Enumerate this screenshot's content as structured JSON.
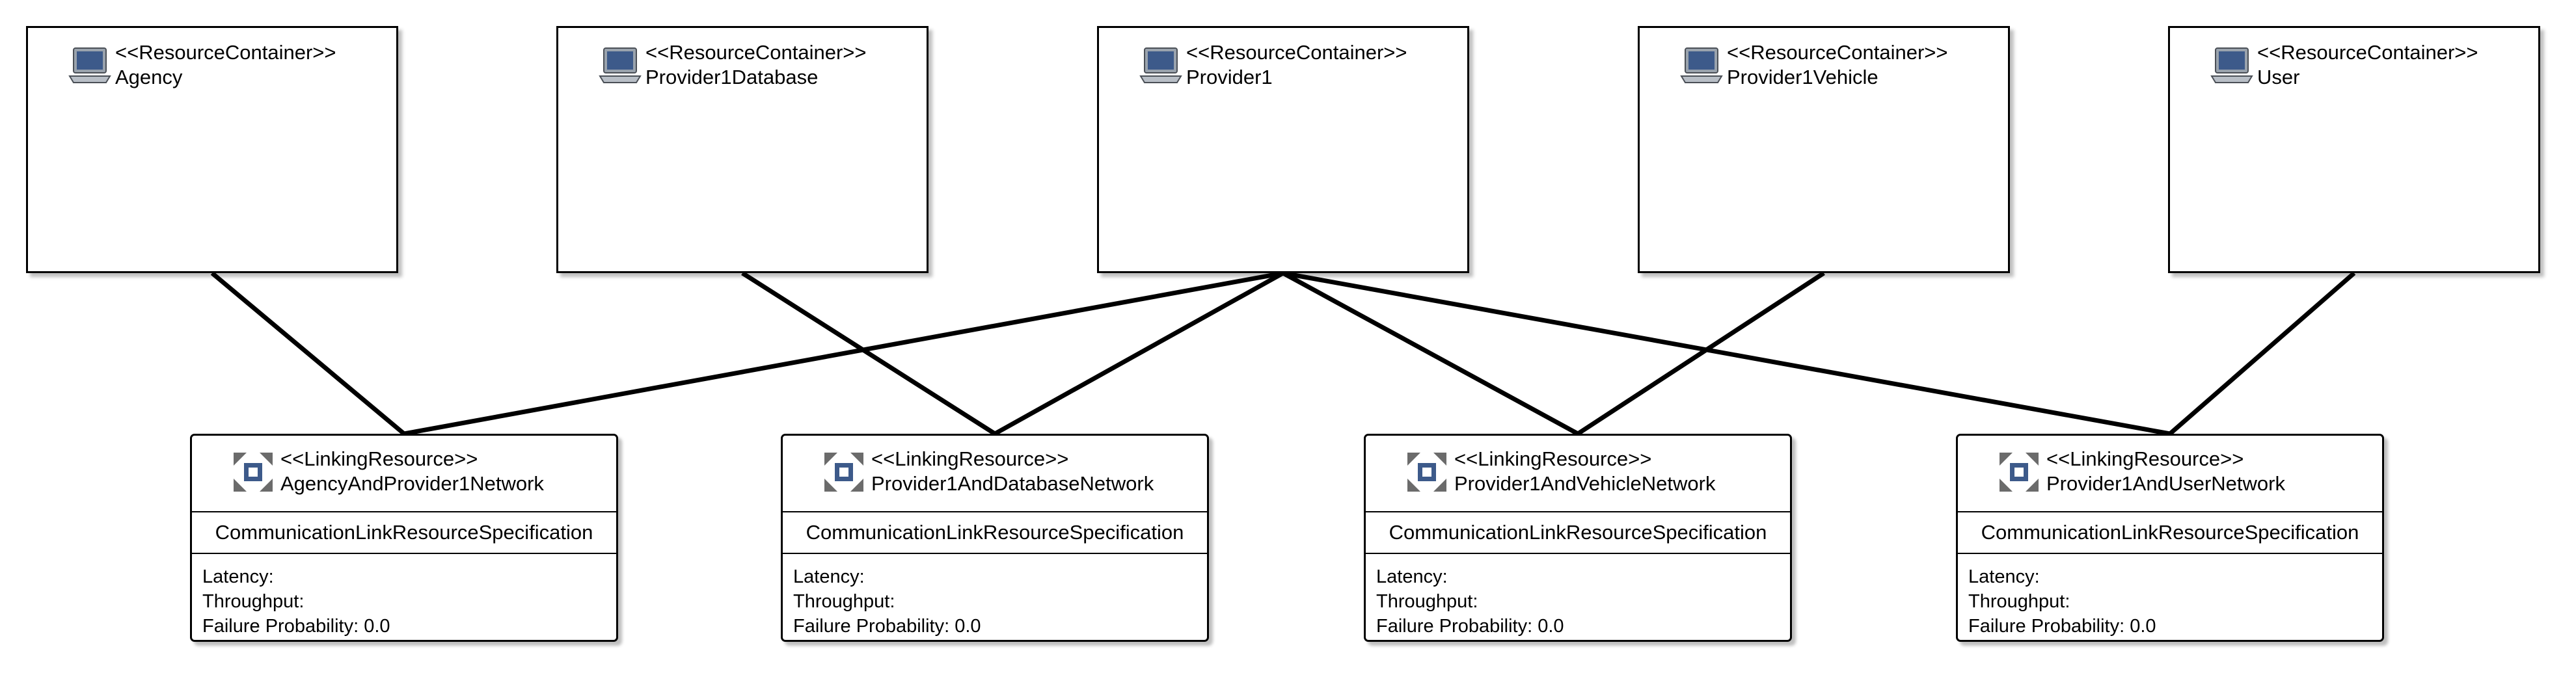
{
  "stereotype_container": "<<ResourceContainer>>",
  "stereotype_linking": "<<LinkingResource>>",
  "containers": [
    {
      "id": "agency",
      "name": "Agency"
    },
    {
      "id": "provider1database",
      "name": "Provider1Database"
    },
    {
      "id": "provider1",
      "name": "Provider1"
    },
    {
      "id": "provider1vehicle",
      "name": "Provider1Vehicle"
    },
    {
      "id": "user",
      "name": "User"
    }
  ],
  "linking_resources": [
    {
      "id": "agency-provider1",
      "name": "AgencyAndProvider1Network",
      "spec": "CommunicationLinkResourceSpecification",
      "latency_label": "Latency:",
      "throughput_label": "Throughput:",
      "failure_label": "Failure Probability: 0.0"
    },
    {
      "id": "provider1-database",
      "name": "Provider1AndDatabaseNetwork",
      "spec": "CommunicationLinkResourceSpecification",
      "latency_label": "Latency:",
      "throughput_label": "Throughput:",
      "failure_label": "Failure Probability: 0.0"
    },
    {
      "id": "provider1-vehicle",
      "name": "Provider1AndVehicleNetwork",
      "spec": "CommunicationLinkResourceSpecification",
      "latency_label": "Latency:",
      "throughput_label": "Throughput:",
      "failure_label": "Failure Probability: 0.0"
    },
    {
      "id": "provider1-user",
      "name": "Provider1AndUserNetwork",
      "spec": "CommunicationLinkResourceSpecification",
      "latency_label": "Latency:",
      "throughput_label": "Throughput:",
      "failure_label": "Failure Probability: 0.0"
    }
  ],
  "connections": [
    {
      "from": "agency",
      "to": "agency-provider1"
    },
    {
      "from": "provider1",
      "to": "agency-provider1"
    },
    {
      "from": "provider1database",
      "to": "provider1-database"
    },
    {
      "from": "provider1",
      "to": "provider1-database"
    },
    {
      "from": "provider1vehicle",
      "to": "provider1-vehicle"
    },
    {
      "from": "provider1",
      "to": "provider1-vehicle"
    },
    {
      "from": "user",
      "to": "provider1-user"
    },
    {
      "from": "provider1",
      "to": "provider1-user"
    }
  ],
  "colors": {
    "icon_blue": "#3d5a8a",
    "icon_gray": "#6b6b6b",
    "line": "#000000"
  }
}
